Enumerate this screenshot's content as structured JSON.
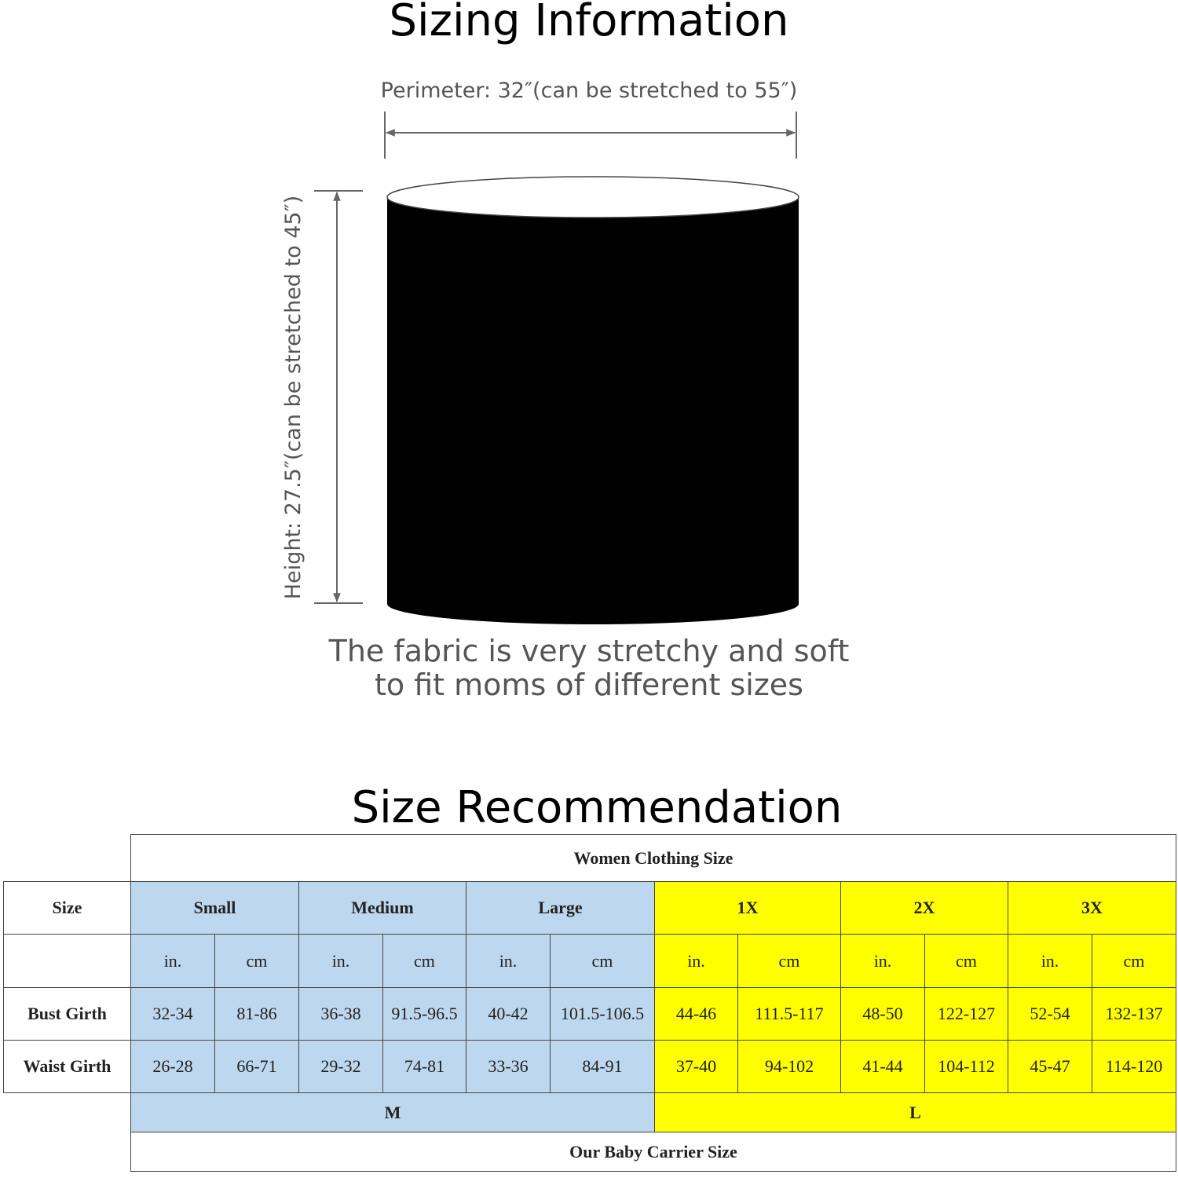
{
  "sizing": {
    "title": "Sizing Information",
    "perimeter_label": "Perimeter: 32″(can be stretched to 55″)",
    "height_label": "Height: 27.5″(can be stretched to 45″)",
    "caption_line1": "The fabric is very stretchy and soft",
    "caption_line2": "to fit moms of different sizes"
  },
  "recommendation": {
    "title": "Size Recommendation",
    "header": "Women Clothing Size",
    "size_label": "Size",
    "sizes": [
      "Small",
      "Medium",
      "Large",
      "1X",
      "2X",
      "3X"
    ],
    "units": [
      "in.",
      "cm",
      "in.",
      "cm",
      "in.",
      "cm",
      "in.",
      "cm",
      "in.",
      "cm",
      "in.",
      "cm"
    ],
    "rows": [
      {
        "label": "Bust Girth",
        "values": [
          "32-34",
          "81-86",
          "36-38",
          "91.5-96.5",
          "40-42",
          "101.5-106.5",
          "44-46",
          "111.5-117",
          "48-50",
          "122-127",
          "52-54",
          "132-137"
        ]
      },
      {
        "label": "Waist Girth",
        "values": [
          "26-28",
          "66-71",
          "29-32",
          "74-81",
          "33-36",
          "84-91",
          "37-40",
          "94-102",
          "41-44",
          "104-112",
          "45-47",
          "114-120"
        ]
      }
    ],
    "carrier_sizes": [
      "M",
      "L"
    ],
    "footer": "Our Baby Carrier Size",
    "colors": {
      "small_to_large": "#bdd7ee",
      "plus_sizes": "#ffff00"
    }
  }
}
